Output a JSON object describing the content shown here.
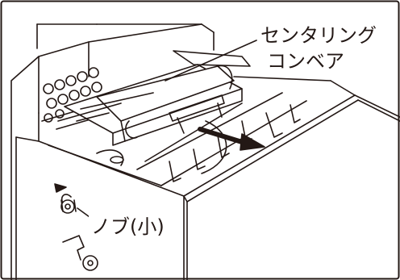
{
  "figure": {
    "labels": {
      "centering_conveyor_line1": "センタリング",
      "centering_conveyor_line2": "コンベア",
      "knob_small": "ノブ(小)"
    },
    "colors": {
      "stroke": "#231815",
      "background": "#ffffff",
      "shade": "#bfbfbf"
    }
  }
}
